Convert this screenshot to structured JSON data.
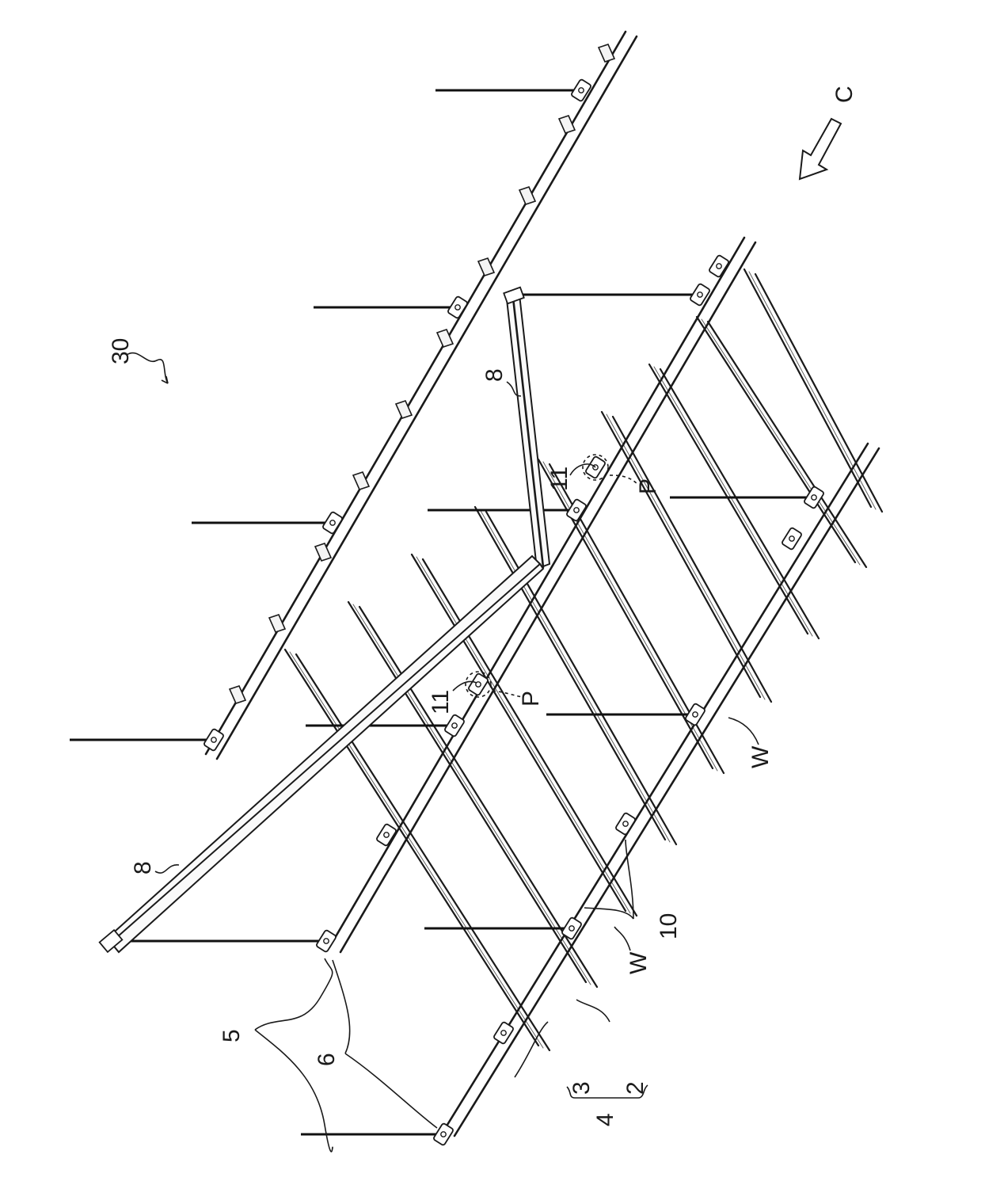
{
  "figure": {
    "labels": {
      "assembly": "30",
      "direction": "C",
      "brace_upper": "8",
      "brace_lower": "8",
      "joint_upper": "11",
      "joint_upper_point": "P",
      "joint_lower": "11",
      "joint_lower_point": "P",
      "hanger_bolt": "5",
      "hanger_clip": "6",
      "frame_group": "4",
      "runner": "3",
      "cross_channel": "2",
      "connector": "10",
      "wire_upper": "W",
      "wire_lower": "W"
    }
  }
}
